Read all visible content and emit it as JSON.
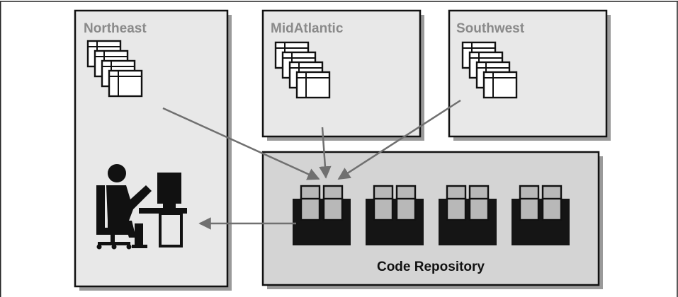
{
  "regions": {
    "northeast": {
      "label": "Northeast"
    },
    "midatlantic": {
      "label": "MidAtlantic"
    },
    "southwest": {
      "label": "Southwest"
    }
  },
  "repository": {
    "label": "Code Repository"
  },
  "colors": {
    "panel_fill": "#e8e8e8",
    "repo_fill": "#d4d4d4",
    "shadow": "#9a9a9a",
    "label_gray": "#8a8a8a",
    "arrow": "#707070",
    "dark": "#111111"
  },
  "icons": {
    "document_stack": "stacked-window-forms",
    "developer": "person-at-computer",
    "repo_folder": "file-folder-with-two-documents"
  }
}
